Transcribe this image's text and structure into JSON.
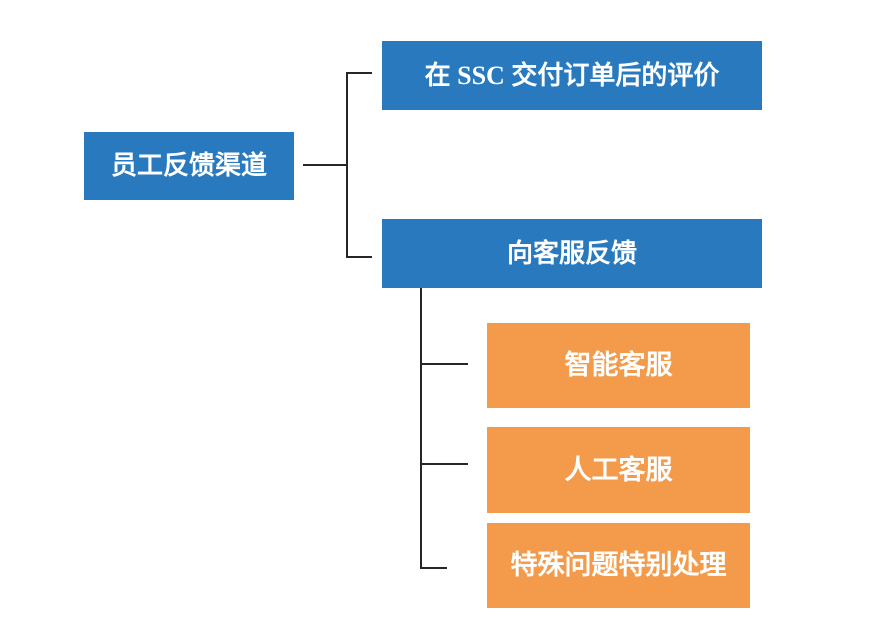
{
  "diagram": {
    "root": {
      "label": "员工反馈渠道"
    },
    "level1": [
      {
        "label": "在 SSC 交付订单后的评价"
      },
      {
        "label": "向客服反馈"
      }
    ],
    "level2": [
      {
        "label": "智能客服"
      },
      {
        "label": "人工客服"
      },
      {
        "label": "特殊问题特别处理"
      }
    ],
    "colors": {
      "primary_blue": "#2879BD",
      "secondary_orange": "#F39B4A",
      "connector_line": "#262626",
      "node_text": "#FFFFFF",
      "background": "#FFFFFF"
    }
  }
}
